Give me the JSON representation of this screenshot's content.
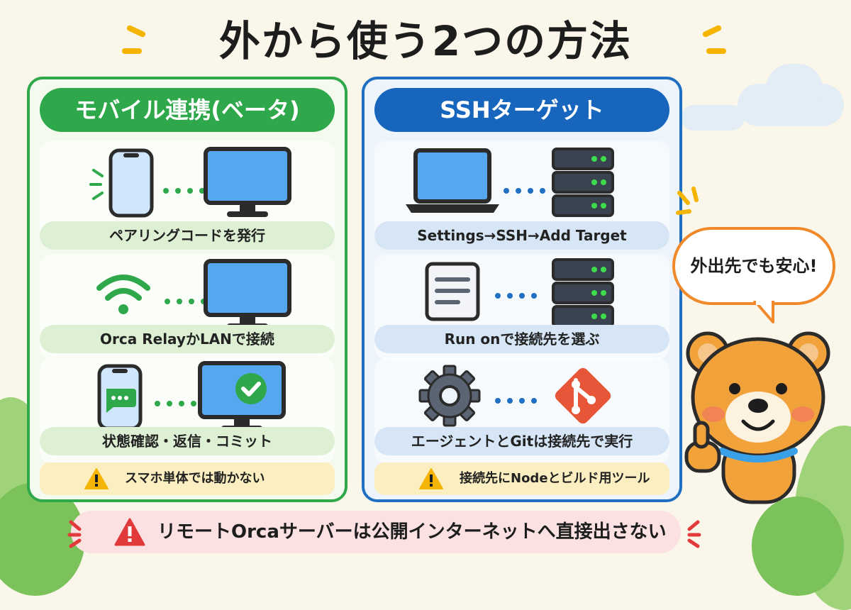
{
  "title": "外から使う2つの方法",
  "left_panel": {
    "header": "モバイル連携(ベータ)",
    "rows": [
      {
        "caption": "ペアリングコードを発行",
        "left_icon": "smartphone-icon",
        "right_icon": "monitor-icon"
      },
      {
        "caption": "Orca RelayかLANで接続",
        "left_icon": "wifi-icon",
        "right_icon": "monitor-icon"
      },
      {
        "caption": "状態確認・返信・コミット",
        "left_icon": "chat-phone-icon",
        "right_icon": "monitor-check-icon"
      }
    ],
    "warning": "スマホ単体では動かない"
  },
  "right_panel": {
    "header": "SSHターゲット",
    "rows": [
      {
        "caption": "Settings→SSH→Add Target",
        "left_icon": "laptop-icon",
        "right_icon": "server-icon"
      },
      {
        "caption": "Run onで接続先を選ぶ",
        "left_icon": "document-icon",
        "right_icon": "server-icon"
      },
      {
        "caption": "エージェントとGitは接続先で実行",
        "left_icon": "gear-icon",
        "right_icon": "git-icon"
      }
    ],
    "warning": "接続先にNodeとビルド用ツール"
  },
  "bubble": "外出先でも安心!",
  "bottom_warning": "リモートOrcaサーバーは公開インターネットへ直接出さない",
  "colors": {
    "green": "#2ea84a",
    "blue": "#1865bd",
    "warning_yellow": "#f5b400",
    "alert_red": "#e03a3a",
    "bear_orange": "#f2a23a"
  }
}
